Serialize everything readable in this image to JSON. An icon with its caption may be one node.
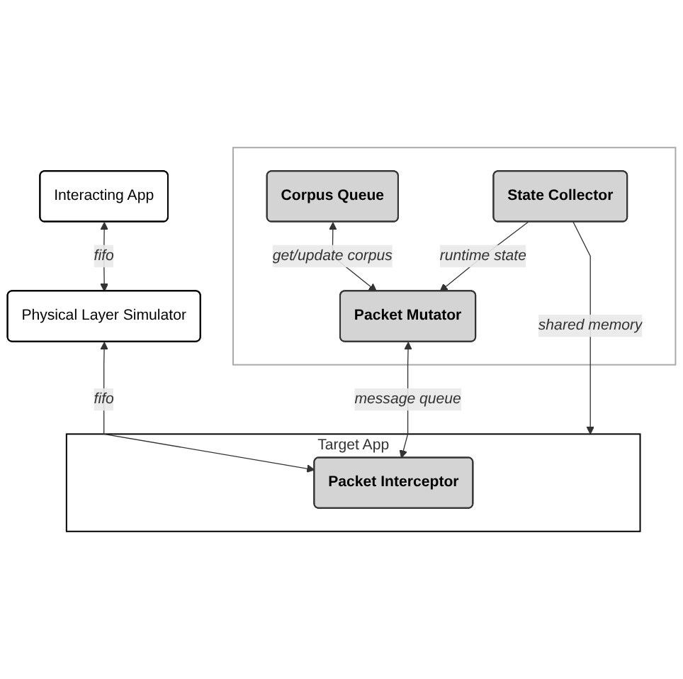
{
  "diagram": {
    "nodes": [
      {
        "text": [],
        "shape": "box"
      },
      {
        "text": [
          "Corpus Queue"
        ],
        "in": 0
      },
      {
        "text": [
          "Packet Mutator"
        ],
        "in": 0
      },
      {
        "text": [
          "State Collector"
        ],
        "in": 0
      },
      {
        "text": [
          "Interacting App"
        ]
      },
      {
        "text": [
          "Physical Layer Simulator"
        ]
      },
      {
        "text": [
          "Target App"
        ]
      },
      {
        "text": [
          "Packet Interceptor"
        ],
        "in": 6
      }
    ],
    "edges": [
      {
        "from": 1,
        "to": 2,
        "arrow": "both",
        "label": "get/update corpus"
      },
      {
        "from": 3,
        "to": 2,
        "arrow": "to",
        "label": "runtime state"
      },
      {
        "from": 4,
        "to": 5,
        "arrow": "both",
        "label": "fifo"
      },
      {
        "from": 5,
        "to": 7,
        "arrow": "both",
        "label": "fifo"
      },
      {
        "from": 2,
        "to": 7,
        "arrow": "both",
        "label": "message queue"
      },
      {
        "from": 3,
        "to": 6,
        "arrow": "to",
        "label": "shared memory"
      }
    ]
  }
}
